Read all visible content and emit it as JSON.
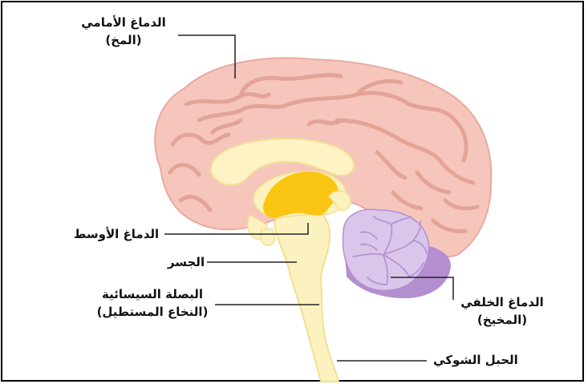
{
  "labels": {
    "forebrain": {
      "line1": "الدماغ الأمامي",
      "line2": "(المخ)"
    },
    "midbrain": {
      "line1": "الدماغ الأوسط"
    },
    "pons": {
      "line1": "الجسر"
    },
    "medulla": {
      "line1": "البصلة السيسائية",
      "line2": "(النخاع المستطيل)"
    },
    "hindbrain": {
      "line1": "الدماغ الخلفي",
      "line2": "(المخيخ)"
    },
    "spinal_cord": {
      "line1": "الحبل الشوكي"
    }
  },
  "colors": {
    "cerebrum_fill": "#f6c6bd",
    "cerebrum_fold": "#e3a497",
    "cerebrum_outline": "#e8aa9e",
    "brainstem": "#fcf2bf",
    "brainstem_outline": "#f2df94",
    "corpus_callosum": "#fdf3c4",
    "midbrain_core": "#fbc613",
    "cerebellum_light": "#d9c6ea",
    "cerebellum_dark": "#b38fcf",
    "leader_line": "#222222"
  }
}
